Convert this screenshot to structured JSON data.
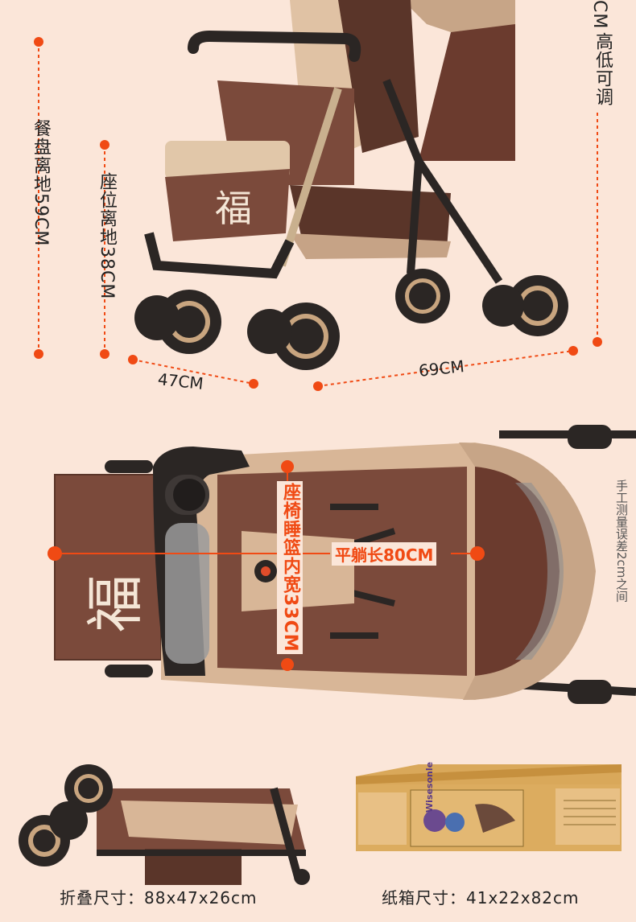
{
  "colors": {
    "background": "#fbe6d9",
    "accent": "#f04a14",
    "fabric_brown": "#7b4a3b",
    "fabric_beige": "#d7b79a",
    "frame": "#2b2624"
  },
  "dimensions": {
    "tray_height": "餐盘离地59CM",
    "seat_height": "座位离地38CM",
    "handle_height_suffix": "CM",
    "handle_adjustable": "高低可调",
    "width": "47CM",
    "length": "69CM"
  },
  "seat": {
    "basket_width": "座椅睡篮内宽33CM",
    "flat_length": "平躺长80CM",
    "emblem": "福",
    "note": "手工测量误差2cm之间"
  },
  "box": {
    "brand": "Wisesonle"
  },
  "captions": {
    "folded": "折叠尺寸：88x47x26cm",
    "carton": "纸箱尺寸：41x22x82cm"
  }
}
